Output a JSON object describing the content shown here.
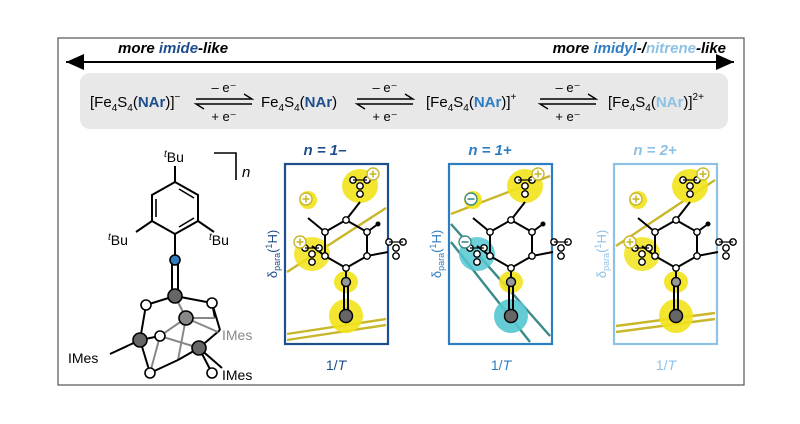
{
  "header": {
    "left": {
      "prefix": "more ",
      "accent": "imide",
      "suffix": "-like"
    },
    "right": {
      "prefix": "more ",
      "accent1": "imidyl",
      "sep": "-/",
      "accent2": "nitrene",
      "suffix": "-like"
    }
  },
  "scheme": {
    "species": [
      {
        "pre": "[Fe",
        "s1": "4",
        "mid": "S",
        "s2": "4",
        "open": "(",
        "nar": "NAr",
        "close": ")]",
        "charge": "−"
      },
      {
        "pre": "Fe",
        "s1": "4",
        "mid": "S",
        "s2": "4",
        "open": "(",
        "nar": "NAr",
        "close": ")",
        "charge": ""
      },
      {
        "pre": "[Fe",
        "s1": "4",
        "mid": "S",
        "s2": "4",
        "open": "(",
        "nar": "NAr",
        "close": ")]",
        "charge": "+"
      },
      {
        "pre": "[Fe",
        "s1": "4",
        "mid": "S",
        "s2": "4",
        "open": "(",
        "nar": "NAr",
        "close": ")]",
        "charge": "2+"
      }
    ],
    "arrow_top": "– e⁻",
    "arrow_bottom": "+ e⁻"
  },
  "structure": {
    "tbu_sup": "t",
    "tbu": "Bu",
    "ligand": "IMes",
    "n_label": "n"
  },
  "panels": [
    {
      "n": "n",
      "eq": " = 1–"
    },
    {
      "n": "n",
      "eq": " = 1+"
    },
    {
      "n": "n",
      "eq": " = 2+"
    }
  ],
  "axes": {
    "ylabel_delta": "δ",
    "ylabel_sub": "para",
    "ylabel_paren": "(",
    "ylabel_sup": "1",
    "ylabel_h": "H)",
    "xlabel_pre": "1/",
    "xlabel_t": "T"
  },
  "colors": {
    "dark_blue": "#1f4e8c",
    "mid_blue": "#2f7dc1",
    "light_blue": "#8ec1e6",
    "yellow": "#f2e31a",
    "yellow_line": "#c8b72a",
    "teal": "#54c7d0",
    "teal_line": "#3a8a8a"
  }
}
